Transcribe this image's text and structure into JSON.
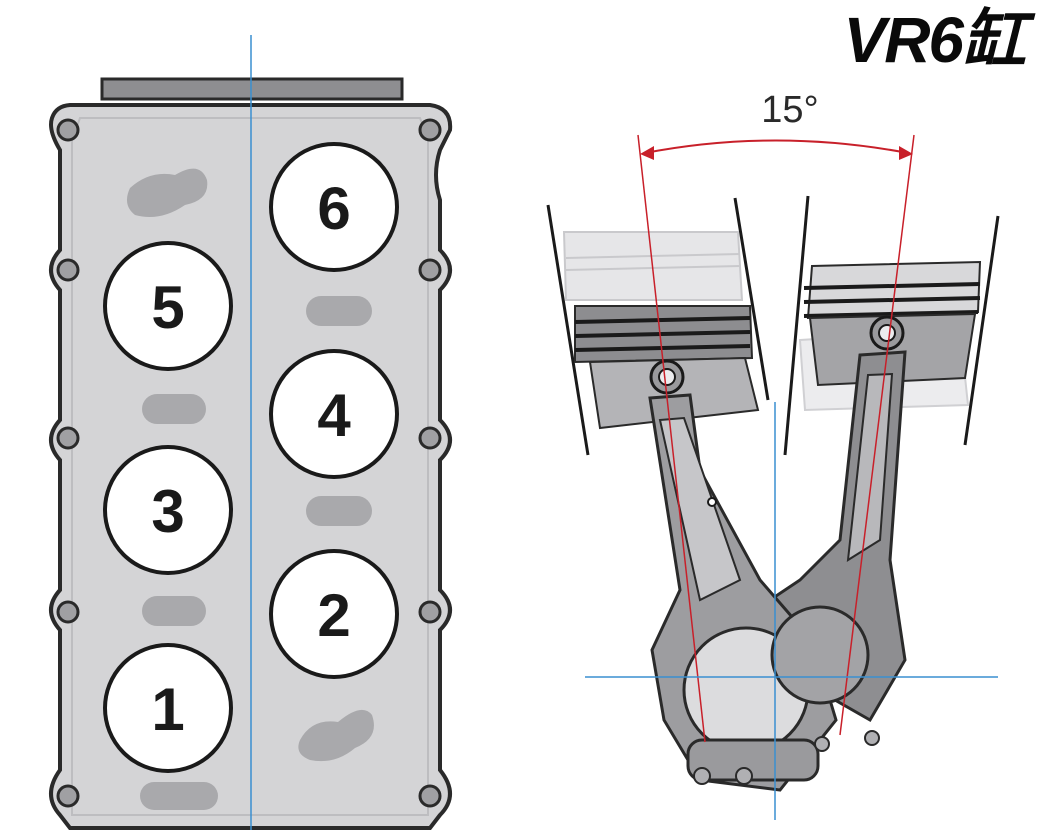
{
  "title": "VR6缸",
  "angle_label": "15°",
  "cylinders": [
    {
      "number": "1",
      "bank": "left"
    },
    {
      "number": "2",
      "bank": "right"
    },
    {
      "number": "3",
      "bank": "left"
    },
    {
      "number": "4",
      "bank": "right"
    },
    {
      "number": "5",
      "bank": "left"
    },
    {
      "number": "6",
      "bank": "right"
    }
  ],
  "colors": {
    "block_fill": "#d4d4d6",
    "block_stroke": "#2a2a2a",
    "port_fill": "#a9a9ac",
    "centerline": "#3a8fd0",
    "angle_line": "#c8202a",
    "piston_metal": "#9a9a9d",
    "cylinder_circle": "#ffffff"
  }
}
